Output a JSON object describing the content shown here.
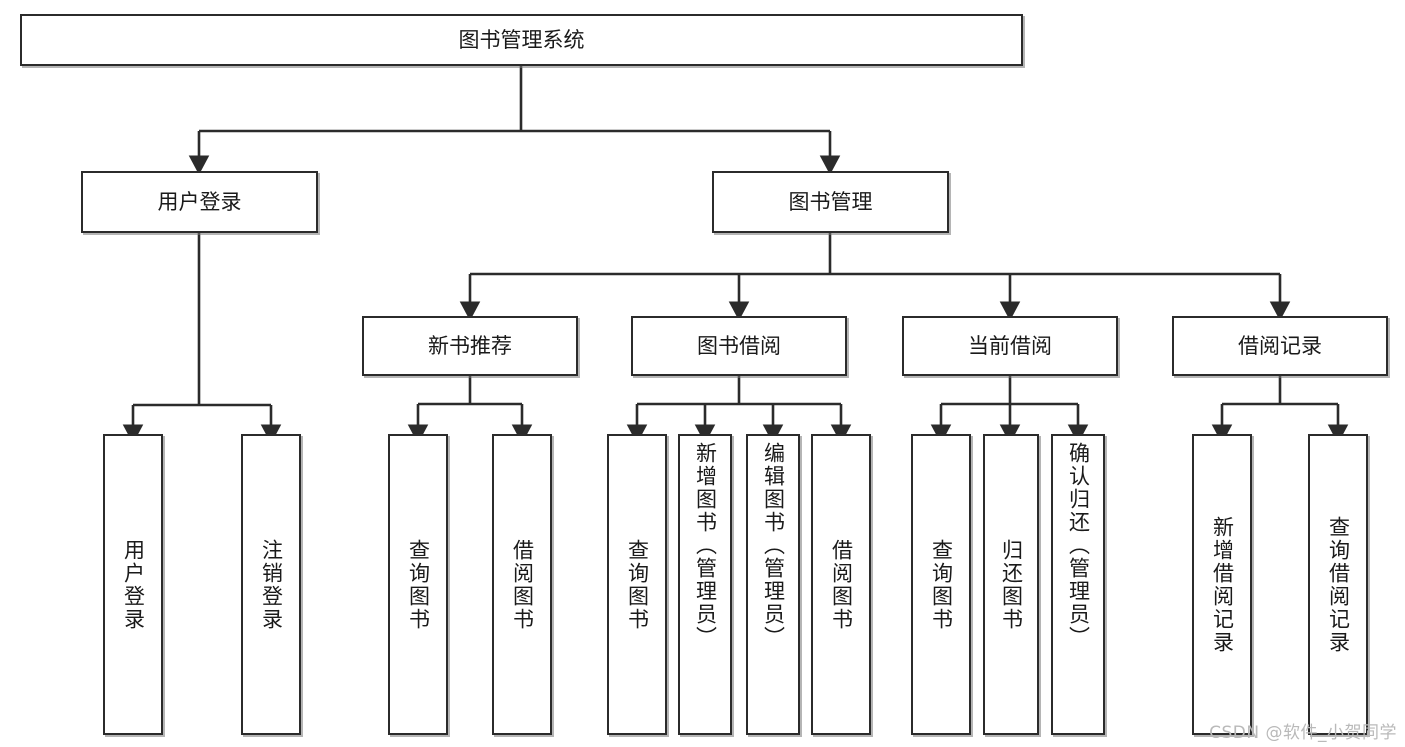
{
  "diagram": {
    "title": "图书管理系统",
    "watermark": "CSDN @软件_小贺同学",
    "root": {
      "label": "图书管理系统"
    },
    "level2": [
      {
        "label": "用户登录"
      },
      {
        "label": "图书管理"
      }
    ],
    "level3": [
      {
        "label": "新书推荐"
      },
      {
        "label": "图书借阅"
      },
      {
        "label": "当前借阅"
      },
      {
        "label": "借阅记录"
      }
    ],
    "leaves": [
      {
        "label": "用户登录",
        "parent": "用户登录"
      },
      {
        "label": "注销登录",
        "parent": "用户登录"
      },
      {
        "label": "查询图书",
        "parent": "新书推荐"
      },
      {
        "label": "借阅图书",
        "parent": "新书推荐"
      },
      {
        "label": "查询图书",
        "parent": "图书借阅"
      },
      {
        "label": "新增图书（管理员）",
        "parent": "图书借阅"
      },
      {
        "label": "编辑图书（管理员）",
        "parent": "图书借阅"
      },
      {
        "label": "借阅图书",
        "parent": "图书借阅"
      },
      {
        "label": "查询图书",
        "parent": "当前借阅"
      },
      {
        "label": "归还图书",
        "parent": "当前借阅"
      },
      {
        "label": "确认归还（管理员）",
        "parent": "当前借阅"
      },
      {
        "label": "新增借阅记录",
        "parent": "借阅记录"
      },
      {
        "label": "查询借阅记录",
        "parent": "借阅记录"
      }
    ],
    "colors": {
      "stroke": "#2b2b2b",
      "fill": "#ffffff",
      "text": "#1a1a1a",
      "watermark": "#b9b9b9"
    }
  }
}
